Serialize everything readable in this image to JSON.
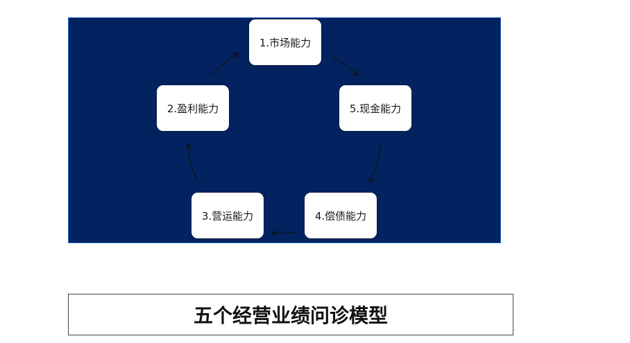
{
  "diagram": {
    "nodes": [
      {
        "id": "market",
        "label": "1.市场能力"
      },
      {
        "id": "profit",
        "label": "2.盈利能力"
      },
      {
        "id": "operation",
        "label": "3.营运能力"
      },
      {
        "id": "solvency",
        "label": "4.偿债能力"
      },
      {
        "id": "cash",
        "label": "5.现金能力"
      }
    ],
    "colors": {
      "panel_background": "#022260",
      "node_background": "#ffffff",
      "arrow": "#111111"
    }
  },
  "caption": {
    "title": "五个经营业绩问诊模型"
  }
}
